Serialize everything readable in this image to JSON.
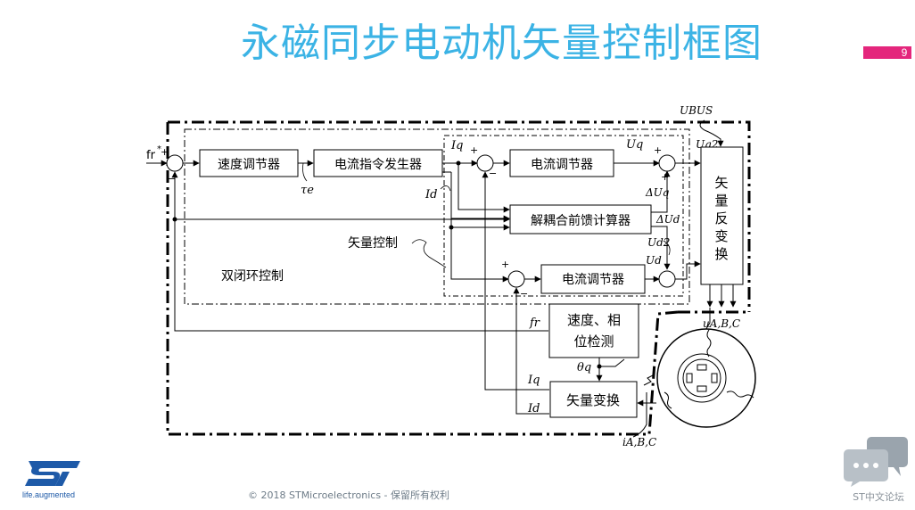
{
  "slide": {
    "title": "永磁同步电动机矢量控制框图",
    "page_number": "9",
    "accent_color": "#e4267c",
    "title_color": "#3bb3e5"
  },
  "diagram": {
    "blocks": {
      "speed_regulator": "速度调节器",
      "current_cmd_gen": "电流指令发生器",
      "current_reg_q": "电流调节器",
      "decoupling": "解耦合前馈计算器",
      "current_reg_d": "电流调节器",
      "inverse_transform_1": "矢",
      "inverse_transform_2": "量",
      "inverse_transform_3": "反",
      "inverse_transform_4": "变",
      "inverse_transform_5": "换",
      "detection_1": "速度、相",
      "detection_2": "位检测",
      "vector_transform": "矢量变换"
    },
    "labels": {
      "fr_star": "fr",
      "fr_star_sup": "*",
      "plus": "+",
      "minus": "−",
      "te_star": "τe",
      "iq_star": "Iq",
      "id_star": "Id",
      "uq_star": "Uq",
      "uq2": "Uq2",
      "d_uq": "ΔUq",
      "d_ud": "ΔUd",
      "ud2": "Ud2",
      "ud_star": "Ud",
      "ubus": "UBUS",
      "uabc": "uA,B,C",
      "fr": "fr",
      "theta_q": "θq",
      "iq": "Iq",
      "id": "Id",
      "iabc": "iA,B,C",
      "vector_control": "矢量控制",
      "dual_loop": "双闭环控制"
    }
  },
  "footer": {
    "copyright": "© 2018 STMicroelectronics - 保留所有权利",
    "logo_text": "ST",
    "tagline": "life.augmented",
    "forum_label": "ST中文论坛"
  }
}
